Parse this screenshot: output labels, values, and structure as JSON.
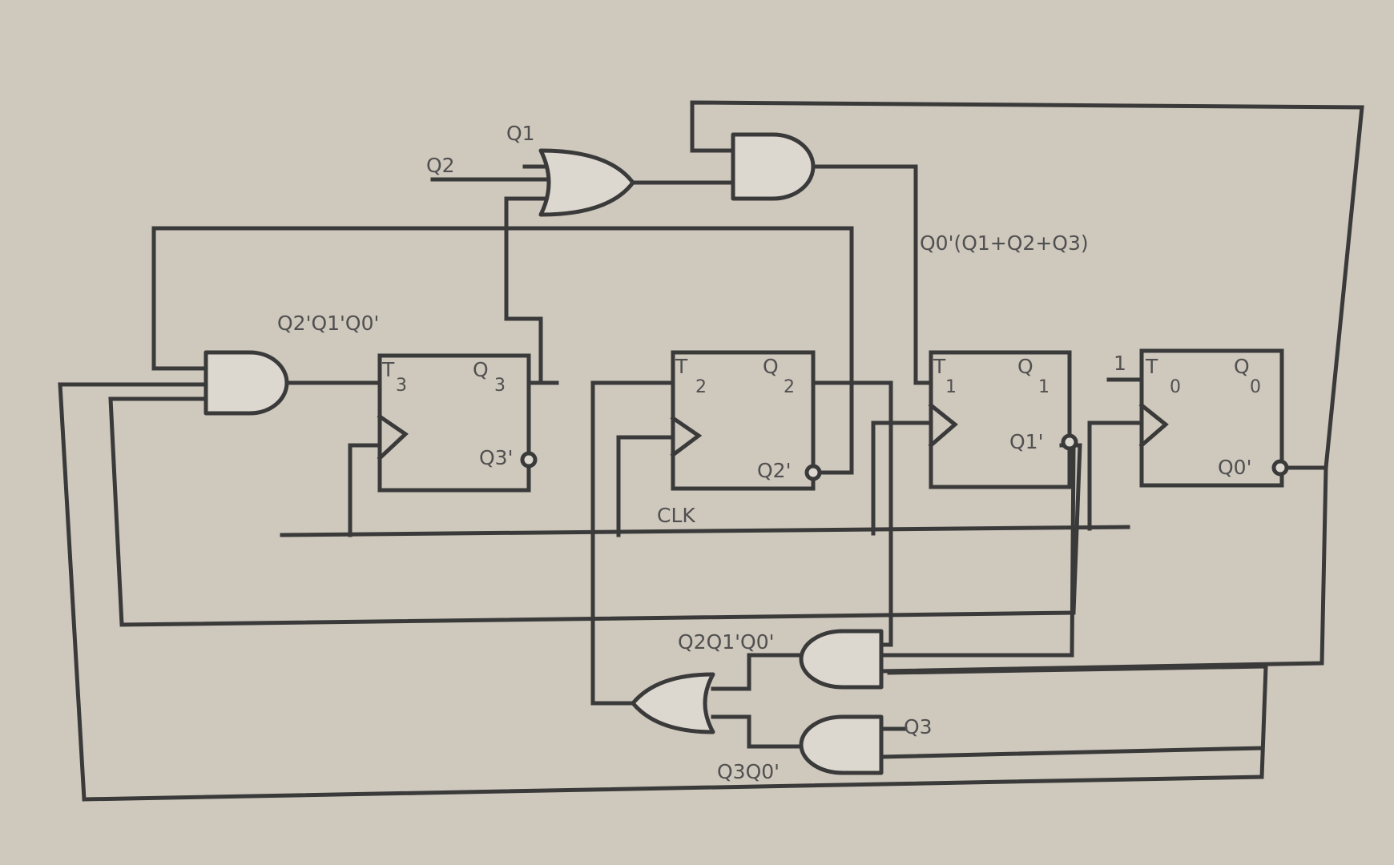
{
  "diagram": {
    "gate_labels": {
      "q1": "Q1",
      "q2": "Q2",
      "q0_expr": "Q0'(Q1+Q2+Q3)",
      "q2q1q0": "Q2'Q1'Q0'",
      "q2q1pq0p": "Q2Q1'Q0'",
      "q3": "Q3",
      "q3q0": "Q3Q0'",
      "clk": "CLK",
      "one": "1"
    },
    "flipflops": {
      "ff3": {
        "t": "T",
        "t_sub": "3",
        "q": "Q",
        "q_sub": "3",
        "qn": "Q3'"
      },
      "ff2": {
        "t": "T",
        "t_sub": "2",
        "q": "Q",
        "q_sub": "2",
        "qn": "Q2'"
      },
      "ff1": {
        "t": "T",
        "t_sub": "1",
        "q": "Q",
        "q_sub": "1",
        "qn": "Q1'"
      },
      "ff0": {
        "t": "T",
        "t_sub": "0",
        "q": "Q",
        "q_sub": "0",
        "qn": "Q0'"
      }
    }
  }
}
